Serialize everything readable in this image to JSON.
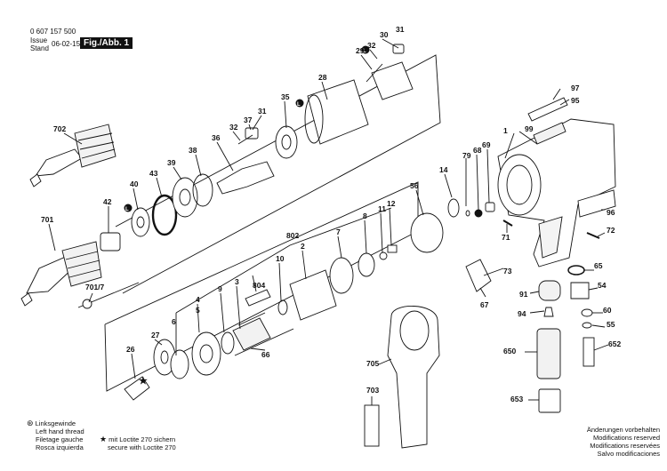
{
  "header": {
    "doc_number": "0 607 157 500",
    "issue_label": "Issue",
    "stand_label": "Stand",
    "issue_date": "06-02-15",
    "figure_label": "Fig./Abb. 1"
  },
  "parts": [
    {
      "id": "p1",
      "label": "1"
    },
    {
      "id": "p2",
      "label": "2"
    },
    {
      "id": "p3",
      "label": "3"
    },
    {
      "id": "p4",
      "label": "4"
    },
    {
      "id": "p5",
      "label": "5"
    },
    {
      "id": "p6",
      "label": "6"
    },
    {
      "id": "p7",
      "label": "7"
    },
    {
      "id": "p8",
      "label": "8"
    },
    {
      "id": "p9",
      "label": "9"
    },
    {
      "id": "p10",
      "label": "10"
    },
    {
      "id": "p11",
      "label": "11"
    },
    {
      "id": "p12",
      "label": "12"
    },
    {
      "id": "p14",
      "label": "14"
    },
    {
      "id": "p26",
      "label": "26"
    },
    {
      "id": "p27",
      "label": "27"
    },
    {
      "id": "p28",
      "label": "28"
    },
    {
      "id": "p29",
      "label": "29"
    },
    {
      "id": "p30",
      "label": "30"
    },
    {
      "id": "p31a",
      "label": "31"
    },
    {
      "id": "p31b",
      "label": "31"
    },
    {
      "id": "p32a",
      "label": "32"
    },
    {
      "id": "p32b",
      "label": "32"
    },
    {
      "id": "p35",
      "label": "35"
    },
    {
      "id": "p36",
      "label": "36"
    },
    {
      "id": "p37",
      "label": "37"
    },
    {
      "id": "p38",
      "label": "38"
    },
    {
      "id": "p39",
      "label": "39"
    },
    {
      "id": "p40",
      "label": "40"
    },
    {
      "id": "p42",
      "label": "42"
    },
    {
      "id": "p43",
      "label": "43"
    },
    {
      "id": "p54",
      "label": "54"
    },
    {
      "id": "p55",
      "label": "55"
    },
    {
      "id": "p56",
      "label": "56"
    },
    {
      "id": "p60",
      "label": "60"
    },
    {
      "id": "p65",
      "label": "65"
    },
    {
      "id": "p66",
      "label": "66"
    },
    {
      "id": "p67",
      "label": "67"
    },
    {
      "id": "p68",
      "label": "68"
    },
    {
      "id": "p69",
      "label": "69"
    },
    {
      "id": "p71",
      "label": "71"
    },
    {
      "id": "p72",
      "label": "72"
    },
    {
      "id": "p73",
      "label": "73"
    },
    {
      "id": "p79",
      "label": "79"
    },
    {
      "id": "p91",
      "label": "91"
    },
    {
      "id": "p94",
      "label": "94"
    },
    {
      "id": "p95",
      "label": "95"
    },
    {
      "id": "p96",
      "label": "96"
    },
    {
      "id": "p97",
      "label": "97"
    },
    {
      "id": "p99",
      "label": "99"
    },
    {
      "id": "p650",
      "label": "650"
    },
    {
      "id": "p652",
      "label": "652"
    },
    {
      "id": "p653",
      "label": "653"
    },
    {
      "id": "p701",
      "label": "701"
    },
    {
      "id": "p7017",
      "label": "701/7"
    },
    {
      "id": "p702",
      "label": "702"
    },
    {
      "id": "p703",
      "label": "703"
    },
    {
      "id": "p705",
      "label": "705"
    },
    {
      "id": "p802",
      "label": "802"
    },
    {
      "id": "p804",
      "label": "804"
    }
  ],
  "footer": {
    "legend_left": [
      "Linksgewinde",
      "Left hand thread",
      "Filetage gauche",
      "Rosca izquierda"
    ],
    "legend_loctite": [
      "mit Loctite 270 sichern",
      "secure with Loctite 270"
    ],
    "notice": [
      "Änderungen vorbehalten",
      "Modifications reserved",
      "Modifications reservées",
      "Salvo modificaciones"
    ]
  }
}
